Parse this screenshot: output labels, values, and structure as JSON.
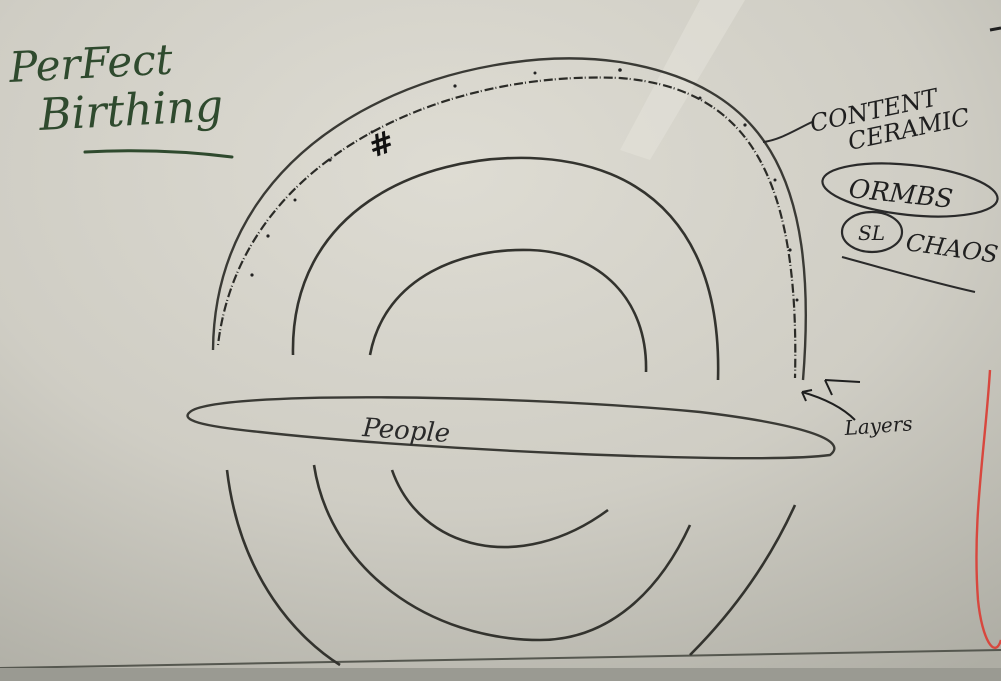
{
  "title": {
    "line1": "PerFect",
    "line2": "Birthing"
  },
  "labels": {
    "people": "People",
    "content": "CONTENT",
    "ceramic": "CERAMIC",
    "ormbs": "ORMBS",
    "sl": "SL",
    "chaos": "CHAOS",
    "layers": "Layers",
    "hash": "#"
  },
  "colors": {
    "board": "#c9c8bf",
    "marker_dark": "#2f3a2c",
    "marker_black": "#1f1f1f",
    "marker_red": "#d8473e"
  }
}
